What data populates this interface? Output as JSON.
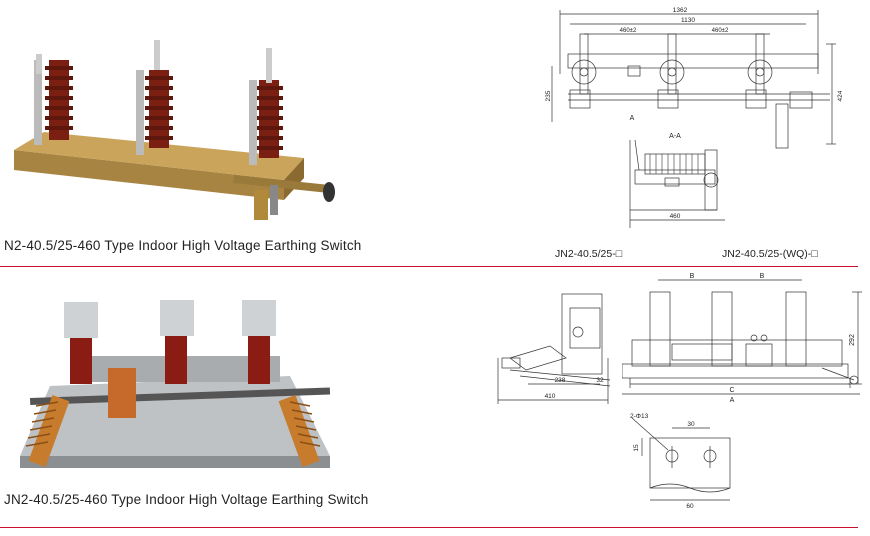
{
  "section1": {
    "caption": "N2-40.5/25-460 Type Indoor High Voltage Earthing Switch",
    "model_a": "JN2-40.5/25-□",
    "model_b": "JN2-40.5/25-(WQ)-□",
    "dims": {
      "total_width": "1362",
      "inner_width": "1130",
      "pitch_left": "460±2",
      "pitch_right": "460±2",
      "height_left": "235",
      "height_right": "424",
      "section_marker": "A",
      "section_title": "A-A",
      "section_width": "460"
    }
  },
  "section2": {
    "caption": "JN2-40.5/25-460 Type Indoor High Voltage Earthing Switch",
    "dims": {
      "pitch_b1": "B",
      "pitch_b2": "B",
      "height": "292",
      "side_238": "238",
      "side_32": "32",
      "side_410": "410",
      "c": "C",
      "a": "A",
      "hole_label": "2-Φ13",
      "hole_pitch": "30",
      "hole_offset": "15",
      "plate_width": "60"
    }
  },
  "colors": {
    "divider": "#c8102e",
    "insulator": "#7a1f12",
    "brass": "#b08a3a",
    "line": "#333333"
  }
}
